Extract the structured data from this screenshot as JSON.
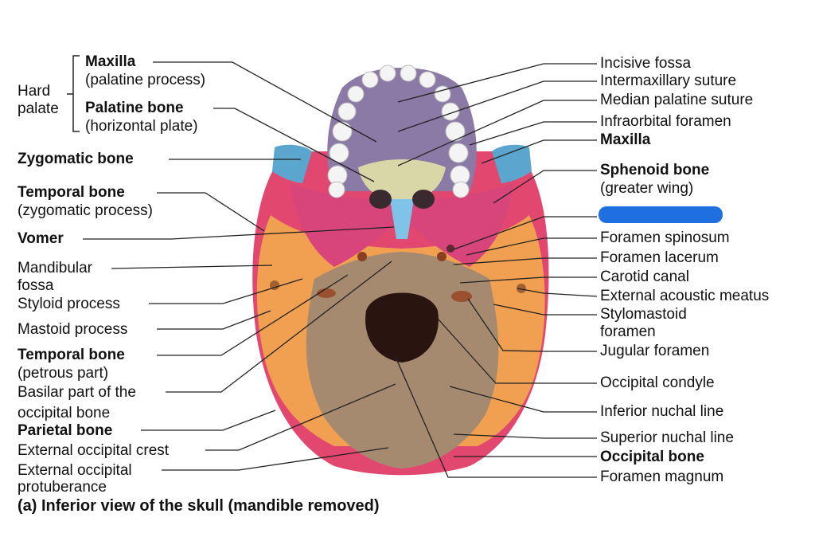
{
  "left_labels": {
    "hard_palate_1": "Hard",
    "hard_palate_2": "palate",
    "maxilla": "Maxilla",
    "maxilla_sub": "(palatine process)",
    "palatine_bone": "Palatine bone",
    "palatine_sub": "(horizontal plate)",
    "zygomatic_bone": "Zygomatic bone",
    "temporal_bone_z": "Temporal bone",
    "temporal_z_sub": "(zygomatic process)",
    "vomer": "Vomer",
    "mandibular_1": "Mandibular",
    "mandibular_2": "fossa",
    "styloid": "Styloid process",
    "mastoid": "Mastoid process",
    "temporal_bone_p": "Temporal bone",
    "temporal_p_sub": "(petrous part)",
    "basilar_1": "Basilar part of the",
    "basilar_2": "occipital bone",
    "parietal": "Parietal bone",
    "ext_occ_crest": "External occipital crest",
    "ext_occ_prot_1": "External occipital",
    "ext_occ_prot_2": "protuberance"
  },
  "right_labels": {
    "incisive_fossa": "Incisive fossa",
    "intermaxillary": "Intermaxillary suture",
    "median_palatine": "Median palatine suture",
    "infraorbital": "Infraorbital foramen",
    "maxilla": "Maxilla",
    "sphenoid": "Sphenoid bone",
    "sphenoid_sub": "(greater wing)",
    "foramen_spinosum": "Foramen spinosum",
    "foramen_lacerum": "Foramen lacerum",
    "carotid_canal": "Carotid canal",
    "ext_acoustic": "External acoustic meatus",
    "stylomastoid_1": "Stylomastoid",
    "stylomastoid_2": "foramen",
    "jugular": "Jugular foramen",
    "occ_condyle": "Occipital condyle",
    "inf_nuchal": "Inferior nuchal line",
    "sup_nuchal": "Superior nuchal line",
    "occipital_bone": "Occipital bone",
    "foramen_magnum": "Foramen magnum"
  },
  "caption": "(a) Inferior view of the skull (mandible removed)",
  "colors": {
    "occipital": "#a58a70",
    "temporal": "#f0a050",
    "sphenoid": "#d7457a",
    "maxilla": "#8a7aa5",
    "palatine": "#d9d6a8",
    "vomer": "#7fc4e8",
    "zygomatic": "#5aa6cf",
    "redaction": "#1f6fe0"
  }
}
